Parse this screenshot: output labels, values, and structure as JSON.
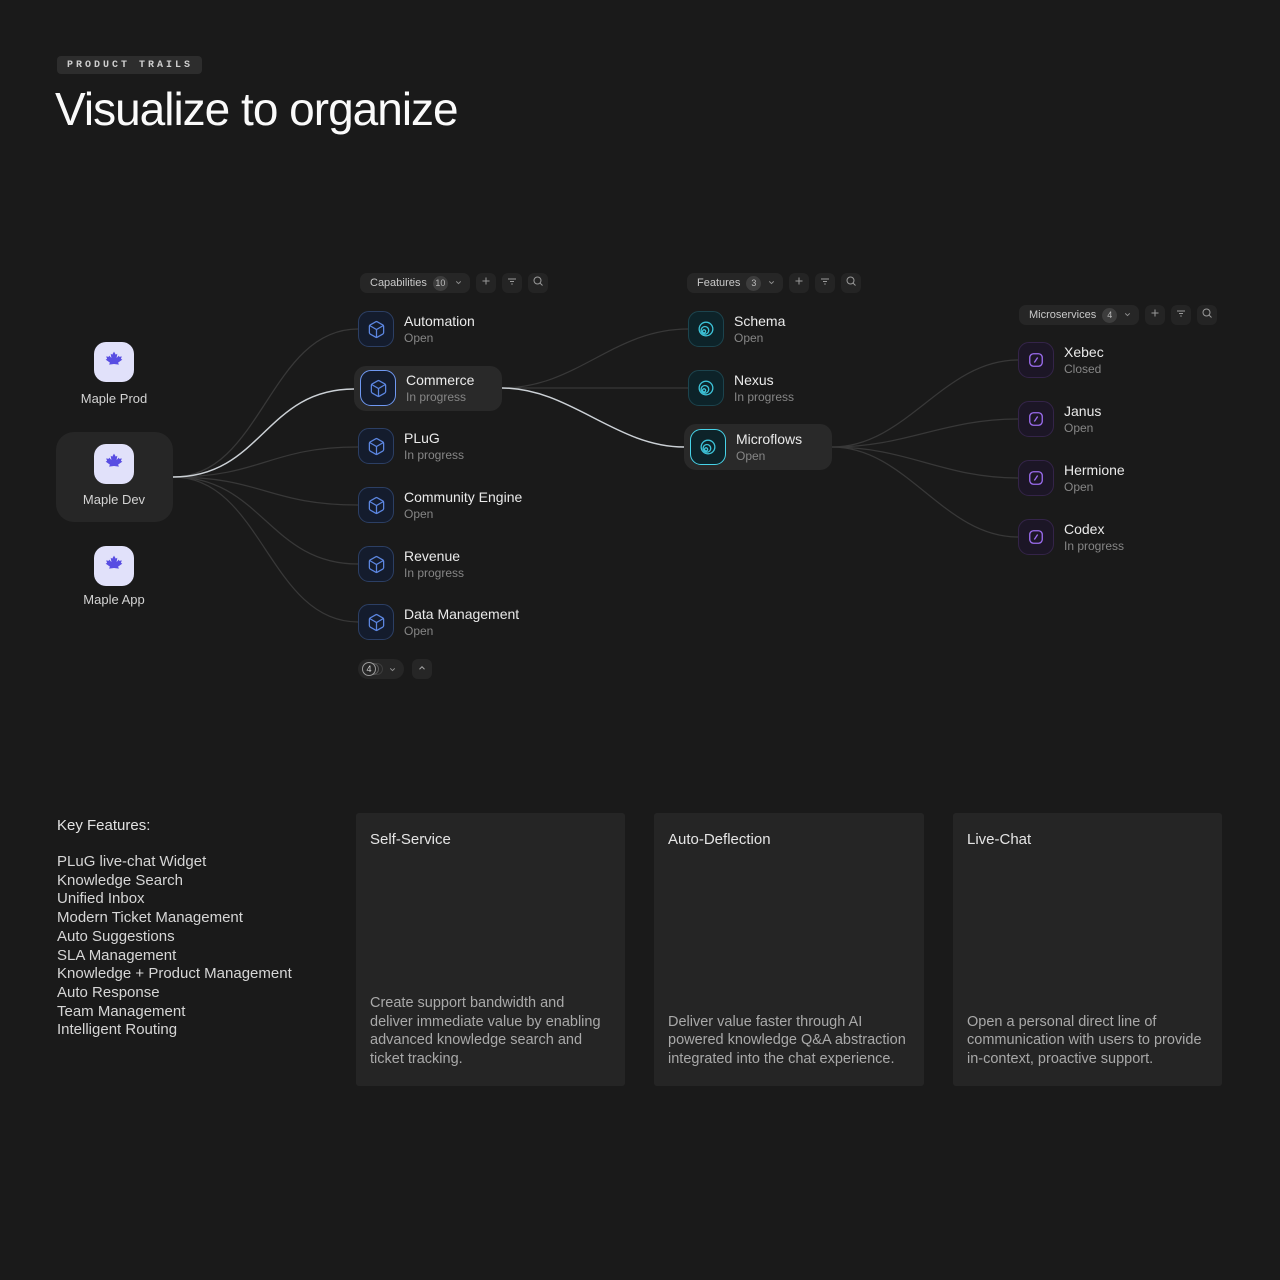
{
  "header": {
    "badge": "PRODUCT TRAILS",
    "title": "Visualize to organize"
  },
  "graph": {
    "products": {
      "items": [
        {
          "label": "Maple Prod",
          "selected": false
        },
        {
          "label": "Maple Dev",
          "selected": true
        },
        {
          "label": "Maple App",
          "selected": false
        }
      ]
    },
    "capabilities": {
      "title": "Capabilities",
      "count": "10",
      "more_count": "4",
      "items": [
        {
          "title": "Automation",
          "status": "Open",
          "selected": false
        },
        {
          "title": "Commerce",
          "status": "In progress",
          "selected": true
        },
        {
          "title": "PLuG",
          "status": "In progress",
          "selected": false
        },
        {
          "title": "Community Engine",
          "status": "Open",
          "selected": false
        },
        {
          "title": "Revenue",
          "status": "In progress",
          "selected": false
        },
        {
          "title": "Data Management",
          "status": "Open",
          "selected": false
        }
      ]
    },
    "features": {
      "title": "Features",
      "count": "3",
      "items": [
        {
          "title": "Schema",
          "status": "Open",
          "selected": false
        },
        {
          "title": "Nexus",
          "status": "In progress",
          "selected": false
        },
        {
          "title": "Microflows",
          "status": "Open",
          "selected": true
        }
      ]
    },
    "microservices": {
      "title": "Microservices",
      "count": "4",
      "items": [
        {
          "title": "Xebec",
          "status": "Closed",
          "selected": false
        },
        {
          "title": "Janus",
          "status": "Open",
          "selected": false
        },
        {
          "title": "Hermione",
          "status": "Open",
          "selected": false
        },
        {
          "title": "Codex",
          "status": "In progress",
          "selected": false
        }
      ]
    }
  },
  "key_features": {
    "heading": "Key Features:",
    "items": [
      "PLuG live-chat Widget",
      "Knowledge Search",
      "Unified Inbox",
      "Modern Ticket Management",
      "Auto Suggestions",
      "SLA Management",
      "Knowledge + Product Management",
      "Auto Response",
      "Team Management",
      "Intelligent Routing"
    ]
  },
  "cards": [
    {
      "title": "Self-Service",
      "body": "Create support bandwidth and deliver immediate value by enabling advanced knowledge search and ticket tracking."
    },
    {
      "title": "Auto-Deflection",
      "body": "Deliver value faster through AI powered knowledge Q&A abstraction integrated into the chat experience."
    },
    {
      "title": "Live-Chat",
      "body": "Open a personal direct line of communication with users to provide in-context, proactive support."
    }
  ],
  "colors": {
    "background": "#1a1a1a",
    "card": "#252525",
    "accent_blue": "#5c86e0",
    "accent_cyan": "#3dc3d8",
    "accent_purple": "#9b6cee",
    "maple_purple": "#584de2",
    "wire_dim": "#383838",
    "wire_bright": "#ccd1d6"
  }
}
